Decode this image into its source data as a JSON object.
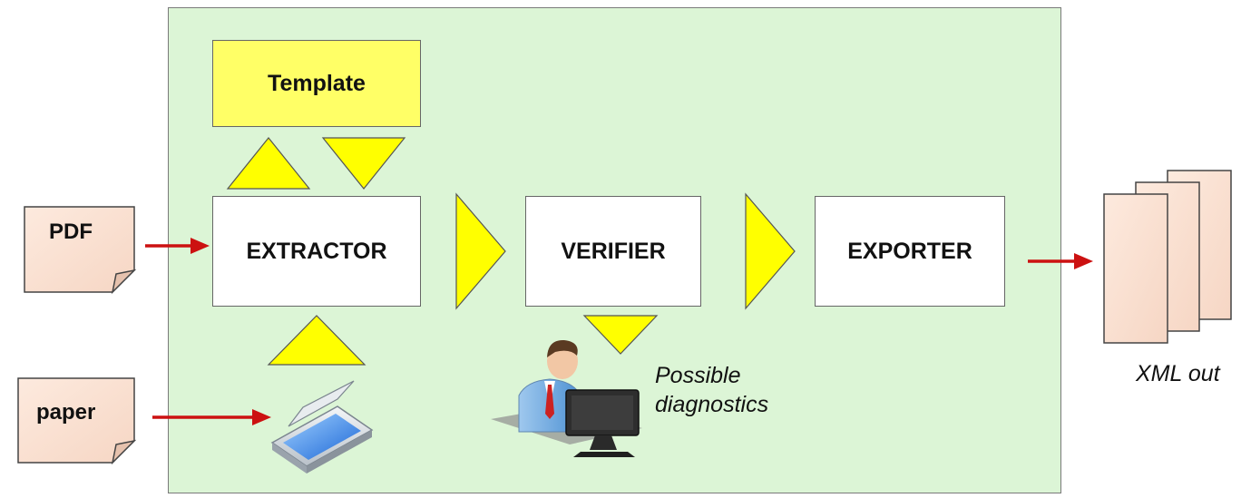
{
  "inputs": {
    "pdf_label": "PDF",
    "paper_label": "paper"
  },
  "template_label": "Template",
  "stages": {
    "extractor": "EXTRACTOR",
    "verifier": "VERIFIER",
    "exporter": "EXPORTER"
  },
  "diagnostics_caption": [
    "Possible",
    "diagnostics"
  ],
  "output_caption": "XML out",
  "colors": {
    "panel": "#dcf5d6",
    "arrow": "#cc1111",
    "triangle": "#ffff00",
    "template": "#ffff66",
    "doc": "#fbe3d6"
  },
  "icons": [
    "scanner-icon",
    "operator-at-computer-icon"
  ]
}
